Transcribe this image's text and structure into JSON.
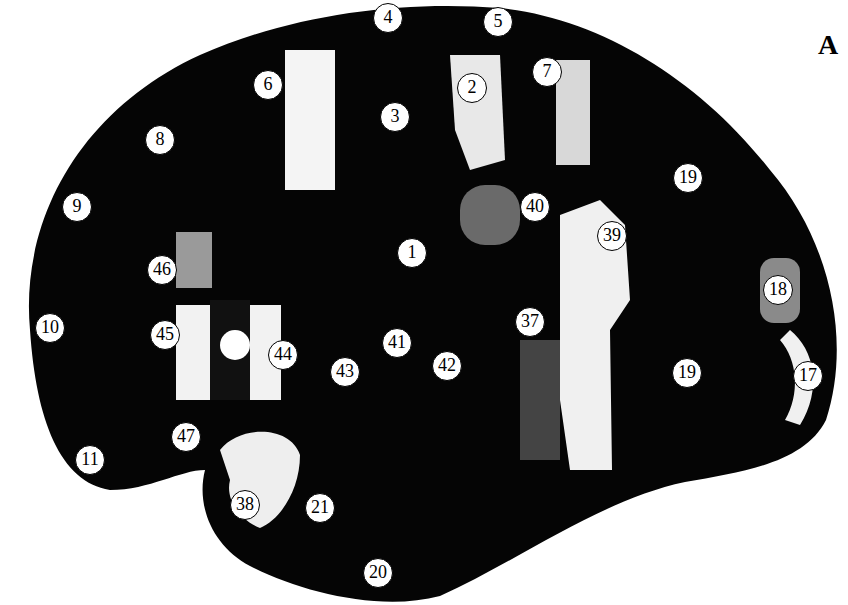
{
  "diagram": {
    "labels": [
      "A",
      "4",
      "5",
      "6",
      "2",
      "7",
      "3",
      "8",
      "19",
      "40",
      "39",
      "9",
      "1",
      "46",
      "18",
      "10",
      "45",
      "44",
      "37",
      "43",
      "41",
      "42",
      "19",
      "17",
      "47",
      "11",
      "38",
      "21",
      "20"
    ]
  }
}
